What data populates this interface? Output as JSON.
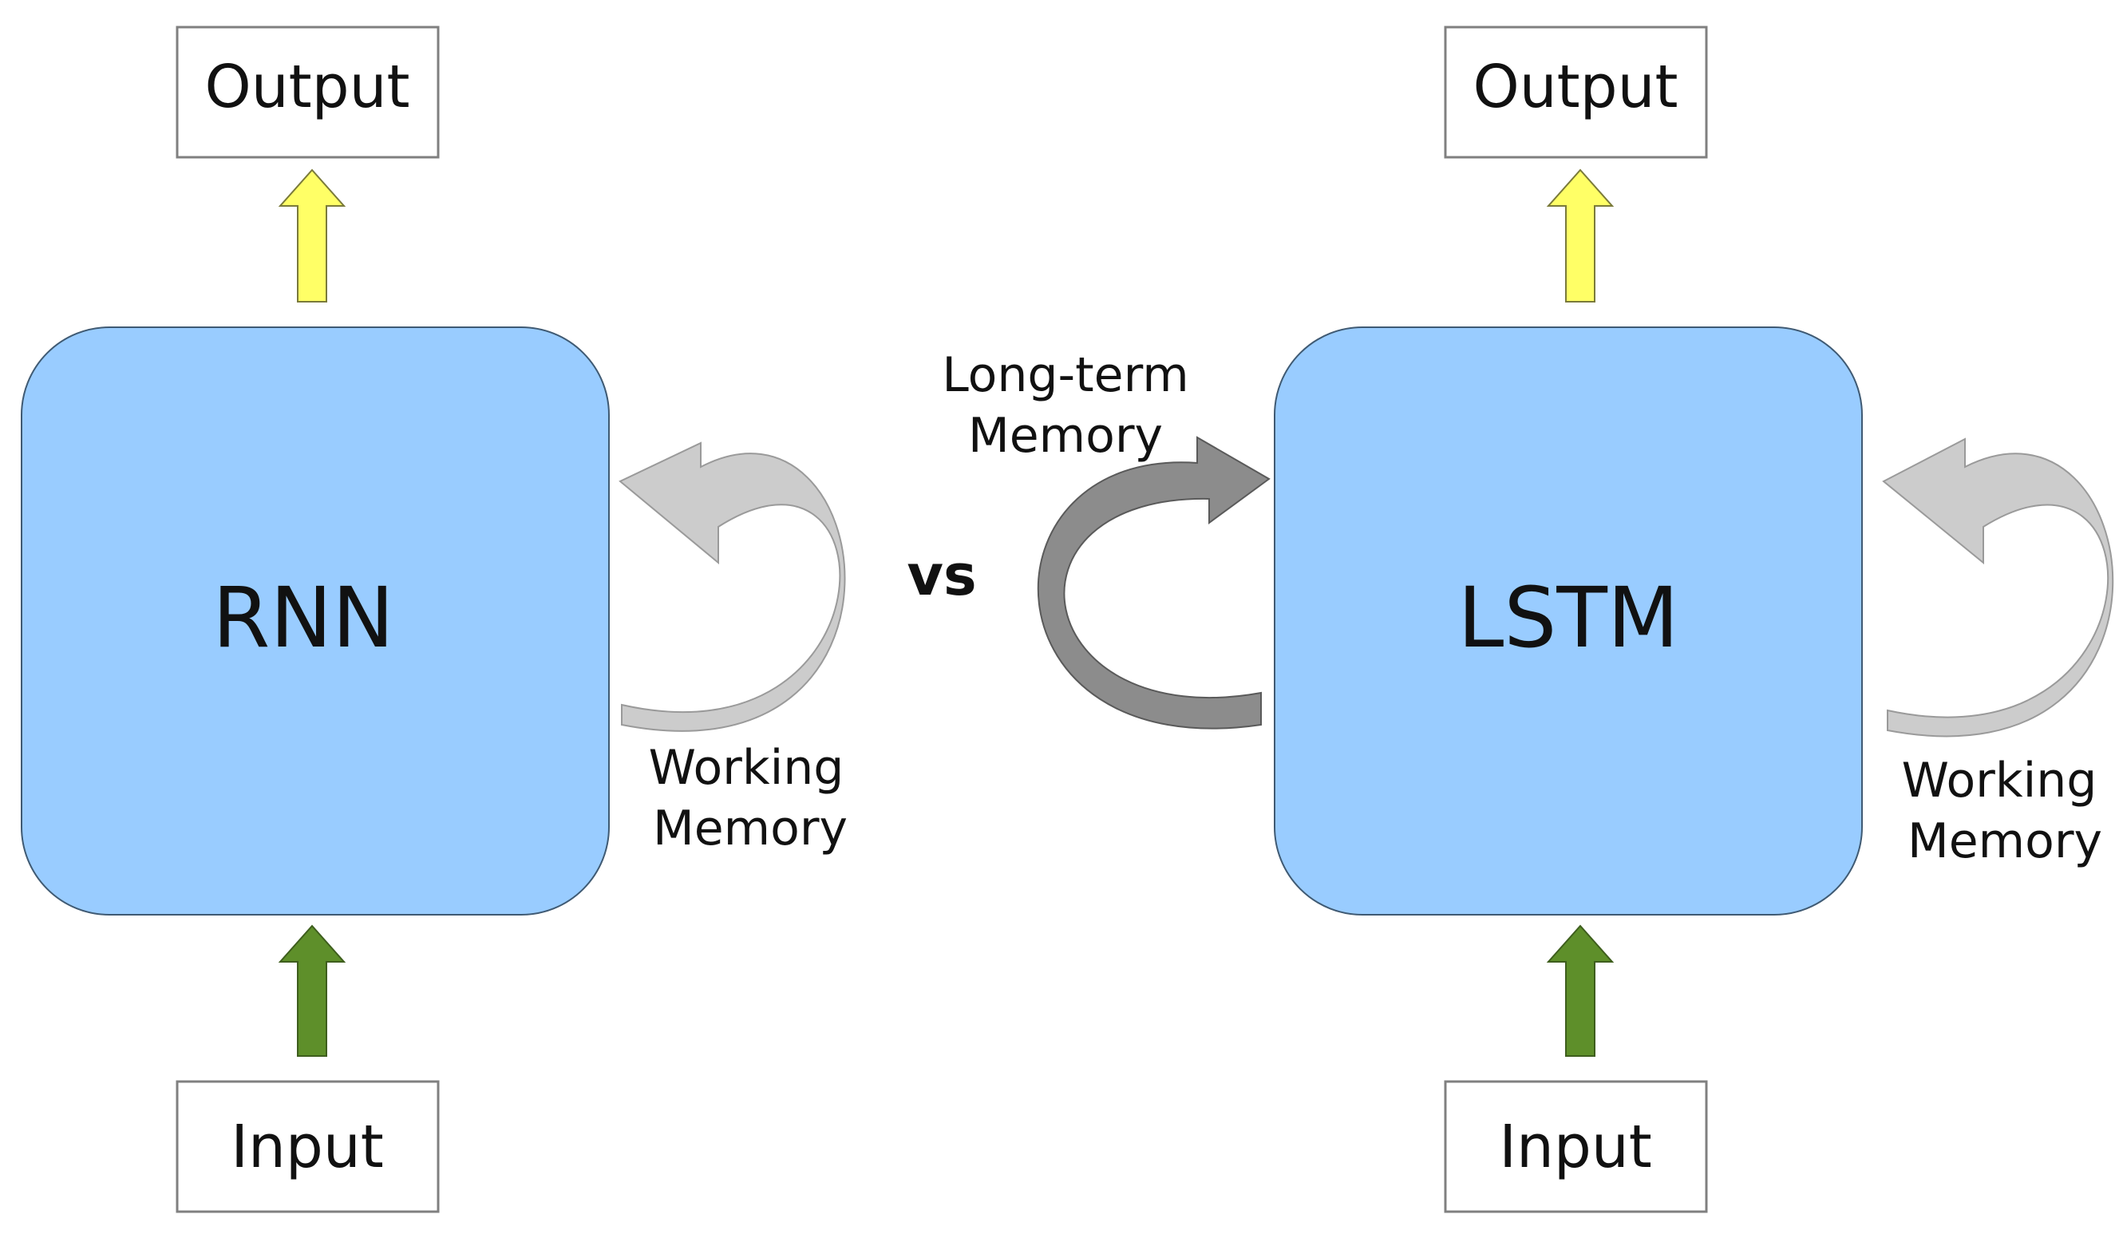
{
  "vs_label": "vs",
  "colors": {
    "node_fill": "#99ccff",
    "node_stroke": "#3f5a73",
    "box_stroke": "#808080",
    "output_arrow": "#ffff66",
    "input_arrow": "#5e8f2a",
    "working_memory_arrow": "#cccccc",
    "long_term_memory_arrow": "#8c8c8c"
  },
  "rnn": {
    "title": "RNN",
    "output_label": "Output",
    "input_label": "Input",
    "working_memory": {
      "line1": "Working",
      "line2": "Memory"
    }
  },
  "lstm": {
    "title": "LSTM",
    "output_label": "Output",
    "input_label": "Input",
    "working_memory": {
      "line1": "Working",
      "line2": "Memory"
    },
    "long_term_memory": {
      "line1": "Long-term",
      "line2": "Memory"
    }
  }
}
